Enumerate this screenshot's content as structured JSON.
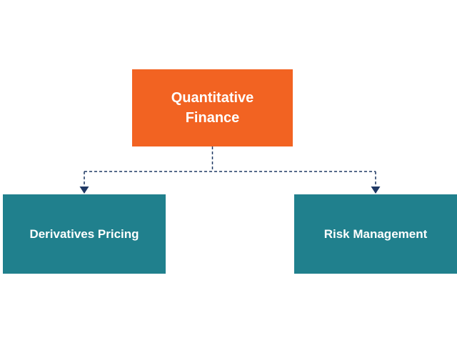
{
  "diagram": {
    "root": {
      "label": "Quantitative Finance"
    },
    "children": [
      {
        "label": "Derivatives Pricing"
      },
      {
        "label": "Risk Management"
      }
    ],
    "colors": {
      "root_bg": "#F26322",
      "child_bg": "#20808D",
      "connector": "#1F3864",
      "text": "#FFFFFF"
    }
  }
}
